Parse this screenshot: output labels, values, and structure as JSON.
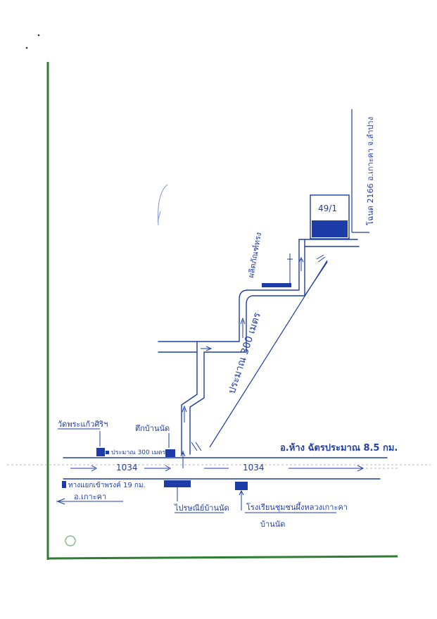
{
  "labels": {
    "watermark_top": "",
    "watermark_sub": "",
    "house_no": "49/1",
    "right_vertical": "โฉนด 2166 อ.เกาะคา จ.ลำปาง",
    "shop": "ผลิตภัณฑ์ทรง",
    "distance_300": "ประมาณ 300 เมตร",
    "temple": "วัดพระแก้วศิริฯ",
    "house_near": "ตึกบ้านนัด",
    "near_text": "ประมาณ 300 เมตร",
    "road_left": "1034",
    "road_right": "1034",
    "to_hang": "อ.ห้าง ฉัตรประมาณ 8.5 กม.",
    "distance_19": "ทางแยกเข้าพรงค์ 19 กม.",
    "to_kokha": "อ.เกาะคา",
    "school": "โรงเรียนชุมชนผึ้งหลวงเกาะคา",
    "school_sub": "บ้านนัด",
    "shop_bottom": "ไปรษณีย์บ้านนัด"
  },
  "colors": {
    "ink": "#1e3ca8",
    "border": "#2e7d32",
    "fill": "#1e3ca8"
  }
}
